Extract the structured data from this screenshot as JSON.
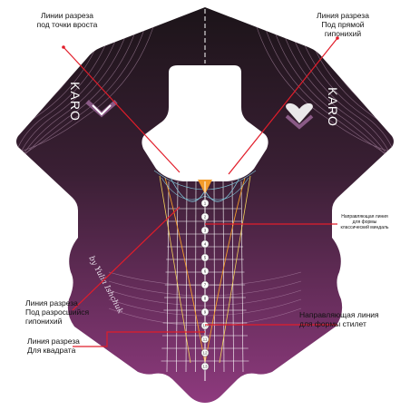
{
  "colors": {
    "form_top": "#1c1419",
    "form_mid": "#3a1f34",
    "form_bottom": "#8e3a7e",
    "outline_gloss": "#c9a2c1",
    "accent_red": "#e11d2a",
    "guide_white": "#ffffff",
    "guide_orange": "#f39b2a",
    "guide_yellow": "#f2d15a",
    "guide_blue": "#7fc6d8",
    "nail_white": "#ffffff",
    "text": "#111111"
  },
  "brand": {
    "left": "KARO",
    "right": "KARO",
    "signature": "by Yulia Ishchuk",
    "left_logo_icon": "karo-chevron-logo-icon",
    "right_logo_icon": "karo-heart-chevron-logo-icon"
  },
  "labels": {
    "growth_point_cut": [
      "Линии разреза",
      "под точки вроста"
    ],
    "straight_hyponychium_cut": [
      "Линия разреза",
      "Под прямой",
      "гипонихий"
    ],
    "classic_almond_guide": [
      "Направляющая линия",
      "для формы",
      "классический миндаль"
    ],
    "overgrown_hyponychium_cut": [
      "Линия разреза",
      "Под разросшийся",
      "гипонихий"
    ],
    "stiletto_guide": [
      "Направляющая линия",
      "для формы стилет"
    ],
    "square_cut": [
      "Линия разреза",
      "Для квадрата"
    ]
  },
  "scale": {
    "marks": [
      "1",
      "2",
      "3",
      "4",
      "5",
      "6",
      "7",
      "8",
      "9",
      "10",
      "11",
      "12",
      "13"
    ]
  }
}
